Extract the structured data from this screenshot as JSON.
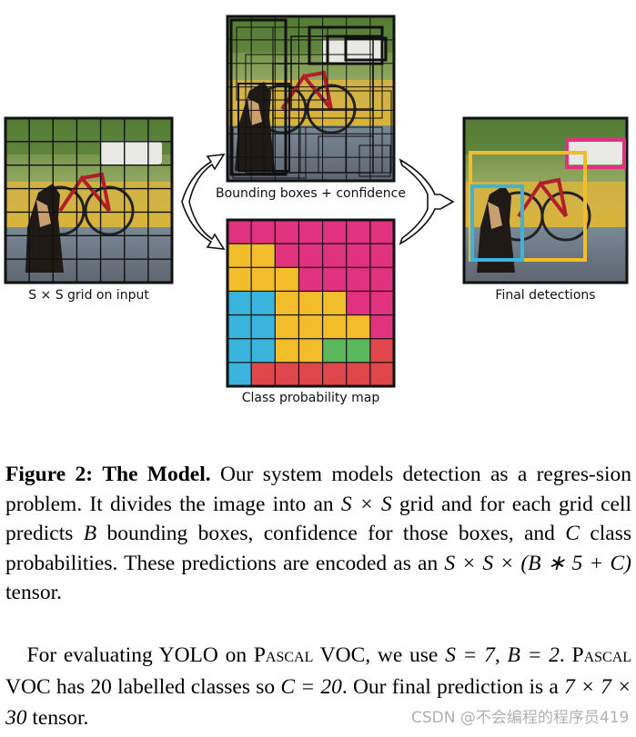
{
  "figure": {
    "labels": {
      "input": "S × S grid on input",
      "boxes": "Bounding boxes + confidence",
      "classmap": "Class probability map",
      "final": "Final detections"
    },
    "class_colors": {
      "magenta": "#e0327f",
      "yellow": "#f2bc2a",
      "blue": "#3ab4dc",
      "green": "#5cb85c",
      "red": "#e0474c"
    },
    "class_grid": [
      [
        "m",
        "m",
        "m",
        "m",
        "m",
        "m",
        "m"
      ],
      [
        "y",
        "y",
        "m",
        "m",
        "m",
        "m",
        "m"
      ],
      [
        "y",
        "y",
        "y",
        "m",
        "m",
        "m",
        "m"
      ],
      [
        "b",
        "b",
        "y",
        "y",
        "y",
        "m",
        "m"
      ],
      [
        "b",
        "b",
        "y",
        "y",
        "y",
        "y",
        "m"
      ],
      [
        "b",
        "b",
        "y",
        "y",
        "g",
        "g",
        "r"
      ],
      [
        "b",
        "r",
        "r",
        "r",
        "r",
        "r",
        "r"
      ]
    ]
  },
  "caption": {
    "lead": "Figure 2:",
    "title": "The Model.",
    "text_1": " Our system models detection as a regres-sion problem. It divides the image into an ",
    "math_1": "S × S",
    "text_2": " grid and for each grid cell predicts ",
    "math_2": "B",
    "text_3": " bounding boxes, confidence for those boxes, and ",
    "math_3": "C",
    "text_4": " class probabilities. These predictions are encoded as an ",
    "math_4": "S × S × (B ∗ 5 + C)",
    "text_5": " tensor."
  },
  "paragraph": {
    "text_1": "For evaluating YOLO on ",
    "pascal_1": "Pascal",
    "text_2": " VOC, we use ",
    "math_1": "S = 7",
    "text_3": ", ",
    "math_2": "B = 2",
    "text_4": ". ",
    "pascal_2": "Pascal",
    "text_5": " VOC has 20 labelled classes so ",
    "math_3": "C = 20",
    "text_6": ". Our final prediction is a ",
    "math_4": "7 × 7 × 30",
    "text_7": " tensor."
  },
  "watermark": "CSDN @不会编程的程序员419"
}
